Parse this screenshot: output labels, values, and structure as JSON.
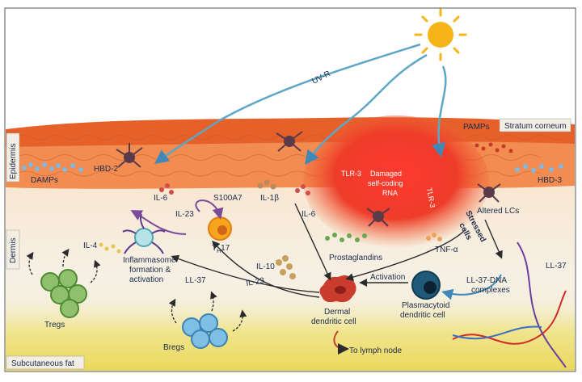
{
  "layers": {
    "epidermis": "Epidermis",
    "dermis": "Dermis",
    "subcutaneous_fat": "Subcutaneous fat",
    "stratum_corneum": "Stratum corneum"
  },
  "labels": {
    "uvr": "UV-R",
    "pamps": "PAMPs",
    "damps": "DAMPs",
    "hbd2": "HBD-2",
    "hbd3": "HBD-3",
    "il6_left": "IL-6",
    "il6_right": "IL-6",
    "il23_top": "IL-23",
    "il23_bottom": "IL-23",
    "s100a7": "S100A7",
    "il1b": "IL-1β",
    "tlr3_left": "TLR-3",
    "tlr3_right": "TLR-3",
    "damaged_rna_1": "Damaged",
    "damaged_rna_2": "self-coding",
    "damaged_rna_3": "RNA",
    "altered_lcs": "Altered LCs",
    "stressed_cells_1": "Stressed",
    "stressed_cells_2": "cells",
    "il4": "IL-4",
    "inflammasome_1": "Inflammasome",
    "inflammasome_2": "formation &",
    "inflammasome_3": "activation",
    "th17_main": "T",
    "th17_sub": "H",
    "th17_end": "17",
    "il10": "IL-10",
    "prostaglandins": "Prostaglandins",
    "tnfa": "TNF-α",
    "ll37_complex_1": "LL-37-DNA",
    "ll37_complex_2": "complexes",
    "ll37_right": "LL-37",
    "ll37_left": "LL-37",
    "tregs": "Tregs",
    "bregs": "Bregs",
    "activation": "Activation",
    "dermal_dc_1": "Dermal",
    "dermal_dc_2": "dendritic cell",
    "plasmacytoid_1": "Plasmacytoid",
    "plasmacytoid_2": "dendritic cell",
    "lymph_node": "To lymph node"
  },
  "colors": {
    "stratum": "#e8632a",
    "epidermis": "#f28a4c",
    "inflamed": "#e42f2a",
    "dermis": "#f6efe2",
    "fat": "#efe27a",
    "uv_ray": "#5ea6c6",
    "sun": "#f7b418",
    "text": "#1b2a4a",
    "label_box": "#f2eee3"
  }
}
